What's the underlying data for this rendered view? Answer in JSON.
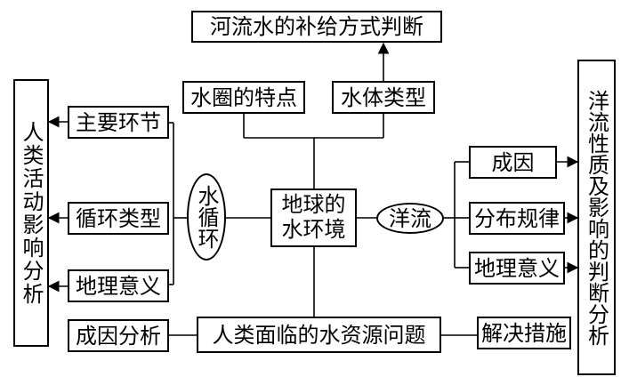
{
  "nodes": {
    "top": "河流水的补给方式判断",
    "hydrosphere": "水圈的特点",
    "water_body": "水体类型",
    "center_line1": "地球的",
    "center_line2": "水环境",
    "water_cycle": "水循环",
    "ocean_current": "洋流",
    "main_links": "主要环节",
    "cycle_types": "循环类型",
    "geo_meaning_left": "地理意义",
    "human_impact": "人类活动影响分析",
    "cause": "成因",
    "distribution": "分布规律",
    "geo_meaning_right": "地理意义",
    "current_analysis": "洋流性质及影响的判断分析",
    "cause_analysis": "成因分析",
    "water_problem": "人类面临的水资源问题",
    "solution": "解决措施"
  }
}
